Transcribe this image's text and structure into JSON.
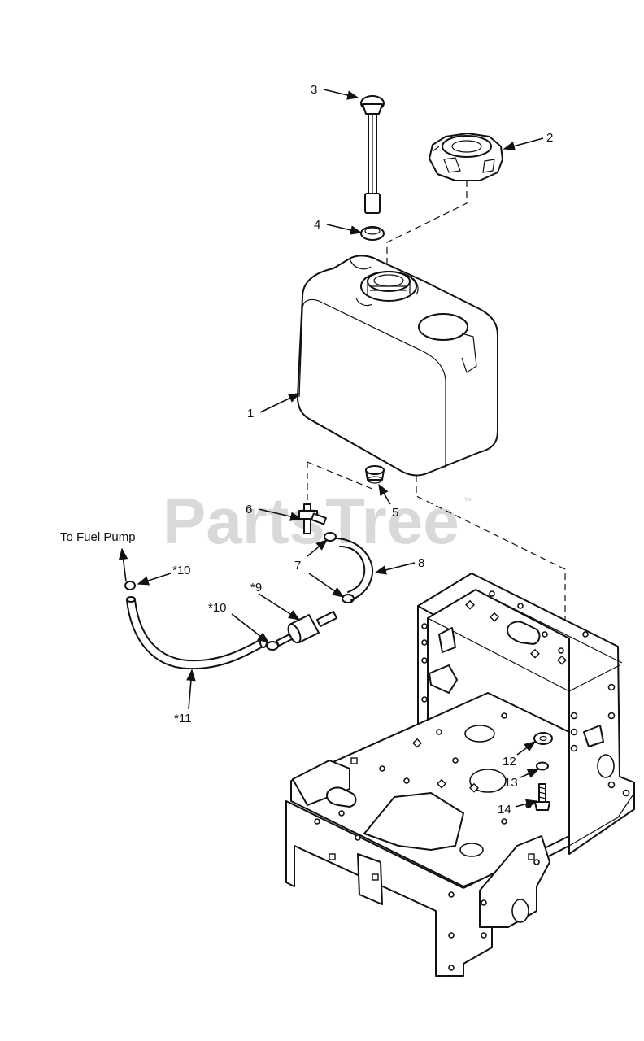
{
  "watermark": {
    "text": "PartsTree",
    "trademark": "™"
  },
  "callouts": [
    {
      "id": "1",
      "text": "1"
    },
    {
      "id": "2",
      "text": "2"
    },
    {
      "id": "3",
      "text": "3"
    },
    {
      "id": "4",
      "text": "4"
    },
    {
      "id": "5",
      "text": "5"
    },
    {
      "id": "6",
      "text": "6"
    },
    {
      "id": "7",
      "text": "7"
    },
    {
      "id": "8",
      "text": "8"
    },
    {
      "id": "9",
      "text": "*9"
    },
    {
      "id": "10a",
      "text": "*10"
    },
    {
      "id": "10b",
      "text": "*10"
    },
    {
      "id": "11",
      "text": "*11"
    },
    {
      "id": "12",
      "text": "12"
    },
    {
      "id": "13",
      "text": "13"
    },
    {
      "id": "14",
      "text": "14"
    }
  ],
  "annotation": {
    "to_fuel_pump": "To Fuel Pump"
  },
  "colors": {
    "line": "#111111",
    "watermark": "#d9d9d9",
    "background": "#ffffff"
  }
}
